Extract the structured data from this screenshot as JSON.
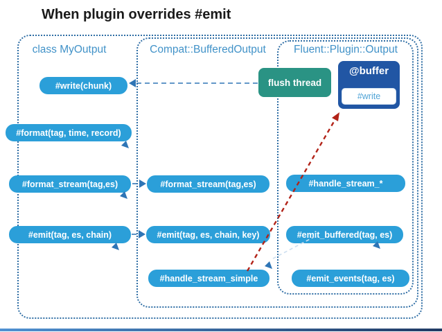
{
  "title": "When plugin overrides #emit",
  "boxes": {
    "outer": "class MyOutput",
    "middle": "Compat::BufferedOutput",
    "inner": "Fluent::Plugin::Output"
  },
  "nodes": {
    "write_chunk": "#write(chunk)",
    "format": "#format(tag, time, record)",
    "format_stream_left": "#format_stream(tag,es)",
    "emit_left": "#emit(tag, es, chain)",
    "format_stream_mid": "#format_stream(tag,es)",
    "emit_mid": "#emit(tag, es, chain, key)",
    "handle_stream_simple": "#handle_stream_simple",
    "handle_stream_star": "#handle_stream_*",
    "emit_buffered": "#emit_buffered(tag, es)",
    "emit_events": "#emit_events(tag, es)",
    "flush_thread": "flush thread",
    "buffer": "@buffer",
    "buffer_write": "#write"
  },
  "colors": {
    "button": "#2b9fd9",
    "header_text": "#4192c8",
    "border": "#2e6da4",
    "teal": "#2a9384",
    "buffer_bg": "#2156a4",
    "buffer_write_text": "#4fa3d6",
    "red": "#b22318",
    "arrow": "#2e75b6",
    "faint": "#cddff0",
    "title_text": "#1a1a1a",
    "footer_left": "#4f91d2",
    "footer_right": "#203a64"
  }
}
